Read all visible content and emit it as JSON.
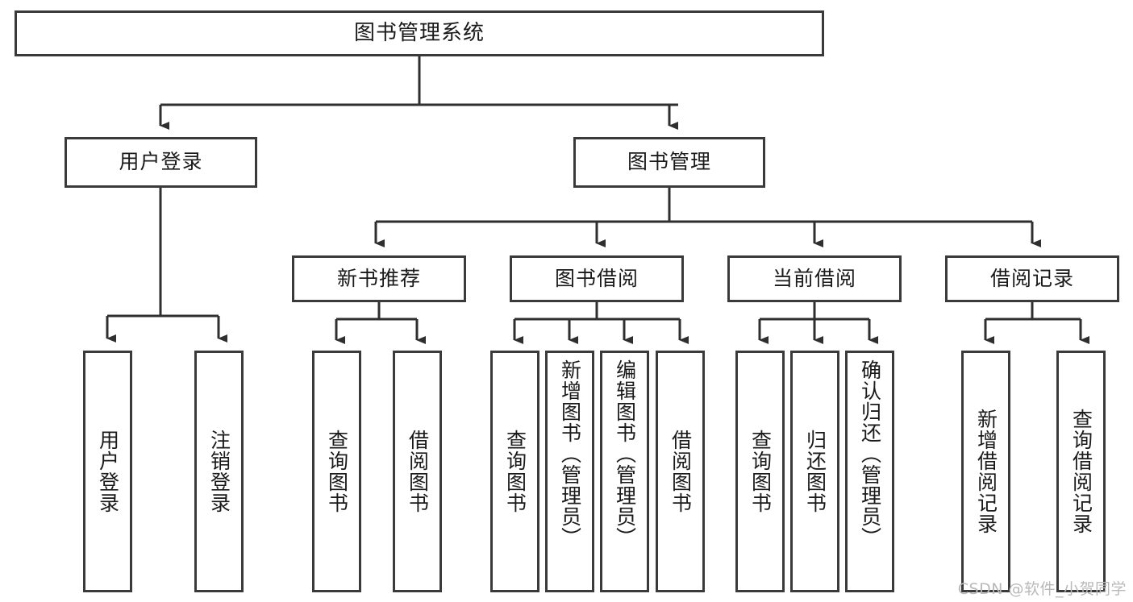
{
  "diagram": {
    "title": "图书管理系统",
    "type": "tree-hierarchy",
    "watermark": "CSDN @软件_小贺同学",
    "colors": {
      "box_border": "#3a3a3a",
      "box_fill": "#ffffff",
      "edge": "#2f2f2f",
      "text": "#1a1a1a",
      "watermark": "#b9b9b9",
      "background": "#ffffff"
    },
    "root": {
      "label": "图书管理系统"
    },
    "level2": [
      {
        "id": "user-login",
        "label": "用户登录"
      },
      {
        "id": "book-manage",
        "label": "图书管理"
      }
    ],
    "level3": [
      {
        "id": "new-book-recommend",
        "label": "新书推荐",
        "parent": "book-manage"
      },
      {
        "id": "book-borrow",
        "label": "图书借阅",
        "parent": "book-manage"
      },
      {
        "id": "current-borrow",
        "label": "当前借阅",
        "parent": "book-manage"
      },
      {
        "id": "borrow-record",
        "label": "借阅记录",
        "parent": "book-manage"
      }
    ],
    "leaves": [
      {
        "id": "leaf-user-login",
        "label": "用户登录",
        "parent": "user-login"
      },
      {
        "id": "leaf-logout",
        "label": "注销登录",
        "parent": "user-login"
      },
      {
        "id": "leaf-query-book-1",
        "label": "查询图书",
        "parent": "new-book-recommend"
      },
      {
        "id": "leaf-borrow-book-1",
        "label": "借阅图书",
        "parent": "new-book-recommend"
      },
      {
        "id": "leaf-query-book-2",
        "label": "查询图书",
        "parent": "book-borrow"
      },
      {
        "id": "leaf-add-book",
        "label": "新增图书（管理员）",
        "parent": "book-borrow"
      },
      {
        "id": "leaf-edit-book",
        "label": "编辑图书（管理员）",
        "parent": "book-borrow"
      },
      {
        "id": "leaf-borrow-book-2",
        "label": "借阅图书",
        "parent": "book-borrow"
      },
      {
        "id": "leaf-query-book-3",
        "label": "查询图书",
        "parent": "current-borrow"
      },
      {
        "id": "leaf-return-book",
        "label": "归还图书",
        "parent": "current-borrow"
      },
      {
        "id": "leaf-confirm-return",
        "label": "确认归还（管理员）",
        "parent": "current-borrow"
      },
      {
        "id": "leaf-add-record",
        "label": "新增借阅记录",
        "parent": "borrow-record"
      },
      {
        "id": "leaf-query-record",
        "label": "查询借阅记录",
        "parent": "borrow-record"
      }
    ]
  }
}
